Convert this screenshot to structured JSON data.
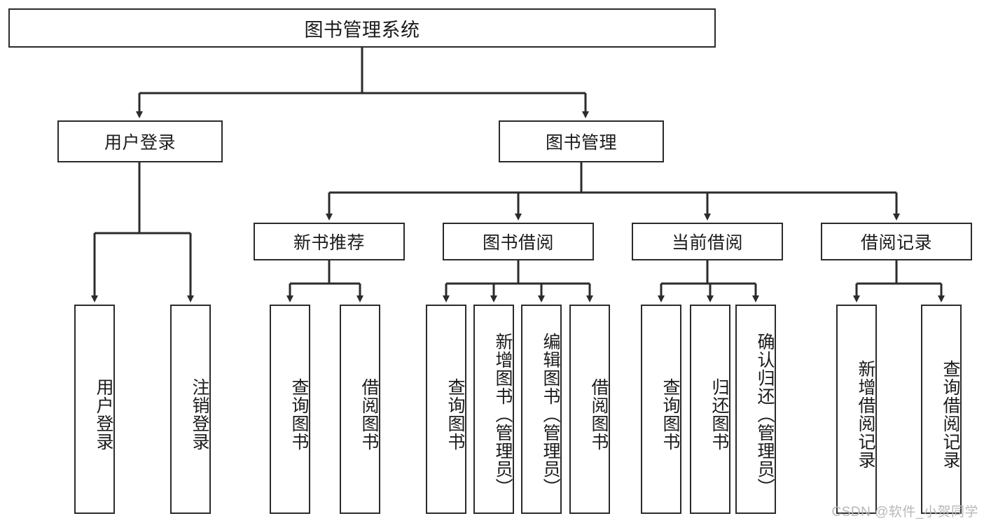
{
  "diagram": {
    "type": "tree-hierarchy",
    "title": "图书管理系统",
    "root": {
      "label": "图书管理系统"
    },
    "level2": [
      {
        "label": "用户登录"
      },
      {
        "label": "图书管理"
      }
    ],
    "level3": [
      {
        "label": "新书推荐"
      },
      {
        "label": "图书借阅"
      },
      {
        "label": "当前借阅"
      },
      {
        "label": "借阅记录"
      }
    ],
    "leaves": {
      "user_login": [
        {
          "label": "用户登录"
        },
        {
          "label": "注销登录"
        }
      ],
      "new_book_recommend": [
        {
          "label": "查询图书"
        },
        {
          "label": "借阅图书"
        }
      ],
      "book_borrow": [
        {
          "label": "查询图书"
        },
        {
          "label": "新增图书（管理员）"
        },
        {
          "label": "编辑图书（管理员）"
        },
        {
          "label": "借阅图书"
        }
      ],
      "current_borrow": [
        {
          "label": "查询图书"
        },
        {
          "label": "归还图书"
        },
        {
          "label": "确认归还（管理员）"
        }
      ],
      "borrow_record": [
        {
          "label": "新增借阅记录"
        },
        {
          "label": "查询借阅记录"
        }
      ]
    }
  },
  "watermark": {
    "text": "CSDN @软件_小贺同学"
  },
  "colors": {
    "stroke": "#2b2b2b",
    "box_fill": "#ffffff",
    "text": "#1b1b1b",
    "watermark": "#b8b8b8"
  }
}
